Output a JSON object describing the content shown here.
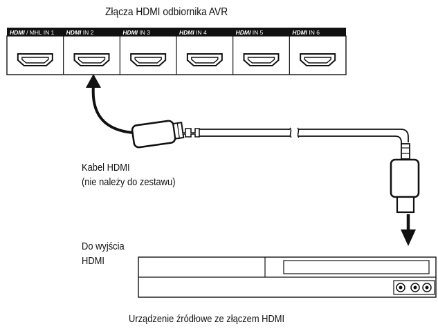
{
  "panel": {
    "title": "Złącza HDMI odbiornika AVR",
    "ports": [
      {
        "brand": "HDMI",
        "suffix": "/ MHL IN 1"
      },
      {
        "brand": "HDMI",
        "suffix": "IN 2"
      },
      {
        "brand": "HDMI",
        "suffix": "IN 3"
      },
      {
        "brand": "HDMI",
        "suffix": "IN 4"
      },
      {
        "brand": "HDMI",
        "suffix": "IN 5"
      },
      {
        "brand": "HDMI",
        "suffix": "IN 6"
      }
    ]
  },
  "cable": {
    "label_line1": "Kabel HDMI",
    "label_line2": "(nie należy do zestawu)"
  },
  "source": {
    "output_line1": "Do wyjścia",
    "output_line2": "HDMI",
    "caption": "Urządzenie źródłowe ze złączem HDMI"
  }
}
